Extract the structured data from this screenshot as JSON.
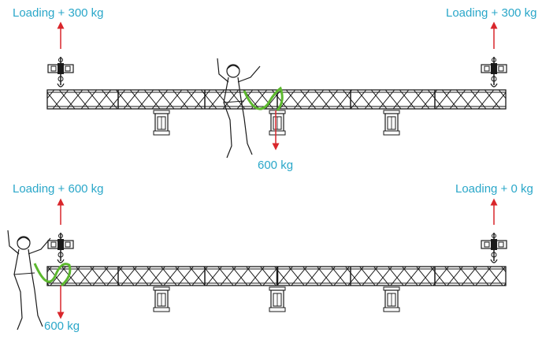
{
  "scenarios": [
    {
      "left_load": "Loading + 300 kg",
      "right_load": "Loading + 300 kg",
      "person_load": "600 kg"
    },
    {
      "left_load": "Loading + 600 kg",
      "right_load": "Loading + 0 kg",
      "person_load": "600 kg"
    }
  ],
  "colors": {
    "label": "#2aa7c9",
    "arrow": "#d9262b",
    "lanyard": "#5cb82e",
    "line": "#1a1a1a"
  },
  "icons": [
    "hoist-icon",
    "person-icon",
    "arrow-up-icon",
    "arrow-down-icon",
    "truss-icon",
    "clamp-icon"
  ]
}
